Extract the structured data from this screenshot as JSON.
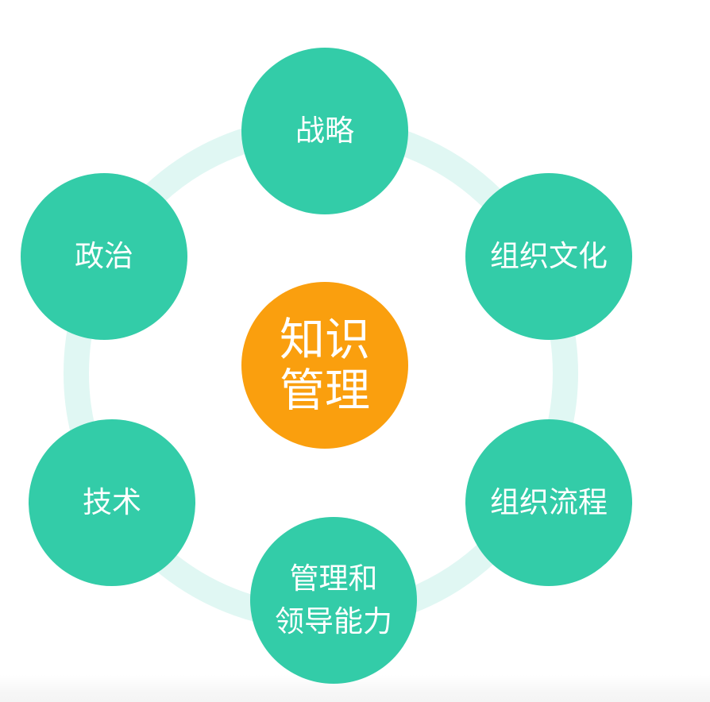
{
  "diagram": {
    "type": "hub-and-spoke",
    "colors": {
      "center_fill": "#FA9F0E",
      "node_fill": "#33CCA8",
      "ring": "#E0F7F3",
      "text": "#FFFFFF",
      "background": "#FFFFFF"
    },
    "center": {
      "lines": [
        "知识",
        "管理"
      ]
    },
    "nodes": [
      {
        "id": "strategy",
        "position": "top",
        "lines": [
          "战略"
        ]
      },
      {
        "id": "org-culture",
        "position": "upper-right",
        "lines": [
          "组织文化"
        ]
      },
      {
        "id": "org-process",
        "position": "lower-right",
        "lines": [
          "组织流程"
        ]
      },
      {
        "id": "management-leadership",
        "position": "bottom",
        "lines": [
          "管理和",
          "领导能力"
        ]
      },
      {
        "id": "technology",
        "position": "lower-left",
        "lines": [
          "技术"
        ]
      },
      {
        "id": "politics",
        "position": "upper-left",
        "lines": [
          "政治"
        ]
      }
    ]
  }
}
